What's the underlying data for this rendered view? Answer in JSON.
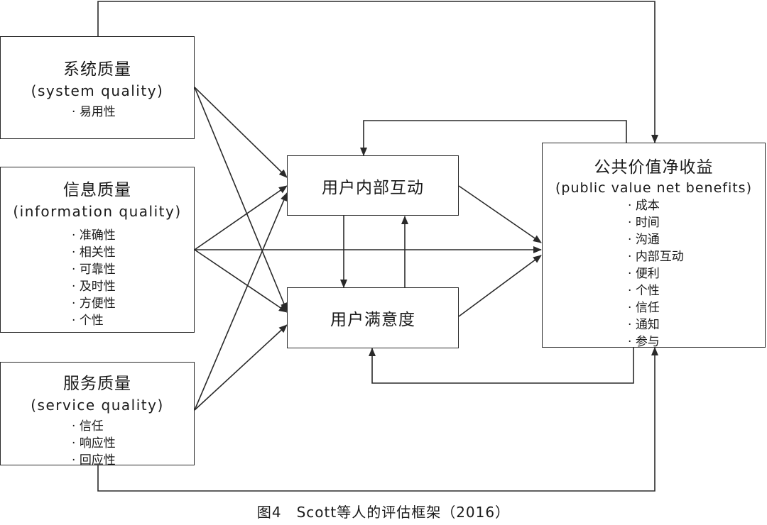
{
  "nodes": {
    "system_quality": {
      "title": "系统质量",
      "subtitle": "(system quality)",
      "items": [
        "易用性"
      ]
    },
    "information_quality": {
      "title": "信息质量",
      "subtitle": "(information quality)",
      "items": [
        "准确性",
        "相关性",
        "可靠性",
        "及时性",
        "方便性",
        "个性"
      ]
    },
    "service_quality": {
      "title": "服务质量",
      "subtitle": "(service quality)",
      "items": [
        "信任",
        "响应性",
        "回应性"
      ]
    },
    "user_interaction": {
      "label": "用户内部互动"
    },
    "user_satisfaction": {
      "label": "用户满意度"
    },
    "public_value": {
      "title": "公共价值净收益",
      "subtitle": "(public value net benefits)",
      "items": [
        "成本",
        "时间",
        "沟通",
        "内部互动",
        "便利",
        "个性",
        "信任",
        "通知",
        "参与"
      ]
    }
  },
  "caption": "图4　Scott等人的评估框架（2016）"
}
